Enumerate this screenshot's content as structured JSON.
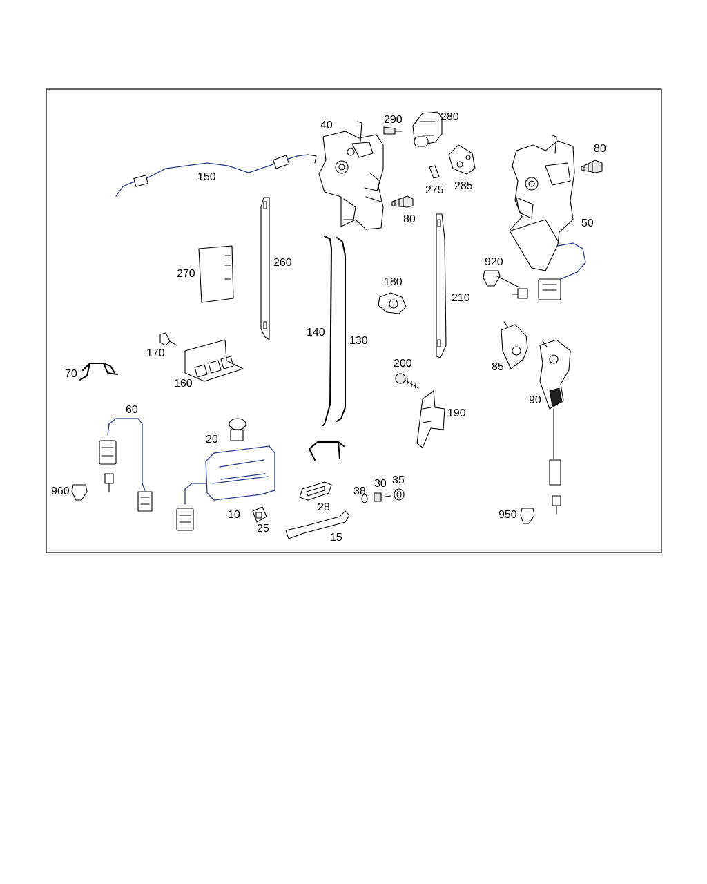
{
  "labels": {
    "p10": "10",
    "p15": "15",
    "p20": "20",
    "p25": "25",
    "p28": "28",
    "p30": "30",
    "p35": "35",
    "p38": "38",
    "p40": "40",
    "p50": "50",
    "p60": "60",
    "p70": "70",
    "p80a": "80",
    "p80b": "80",
    "p85": "85",
    "p90": "90",
    "p130": "130",
    "p140": "140",
    "p150": "150",
    "p160": "160",
    "p170": "170",
    "p180": "180",
    "p190": "190",
    "p200": "200",
    "p210": "210",
    "p260": "260",
    "p270": "270",
    "p275": "275",
    "p280": "280",
    "p285": "285",
    "p290": "290",
    "p920": "920",
    "p950": "950",
    "p960": "960"
  }
}
